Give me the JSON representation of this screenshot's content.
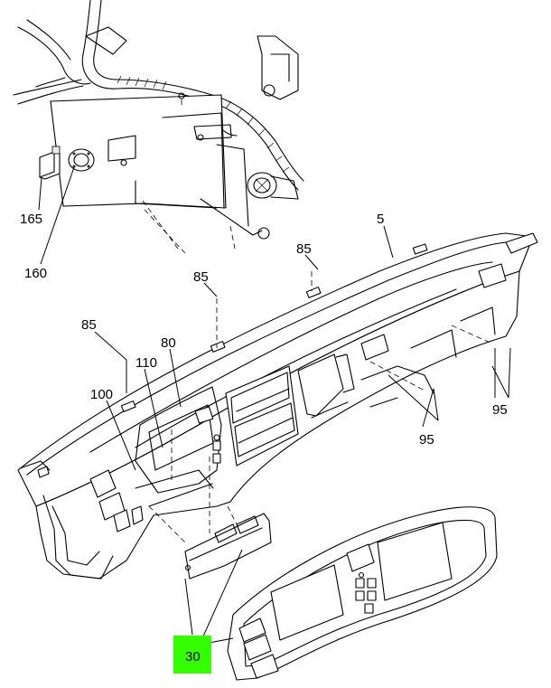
{
  "callouts": {
    "c165": "165",
    "c160": "160",
    "c5": "5",
    "c85a": "85",
    "c85b": "85",
    "c85c": "85",
    "c80": "80",
    "c110": "110",
    "c100": "100",
    "c95a": "95",
    "c95b": "95",
    "c30": "30"
  },
  "highlight": {
    "callout": "30",
    "color": "#33ff00"
  }
}
